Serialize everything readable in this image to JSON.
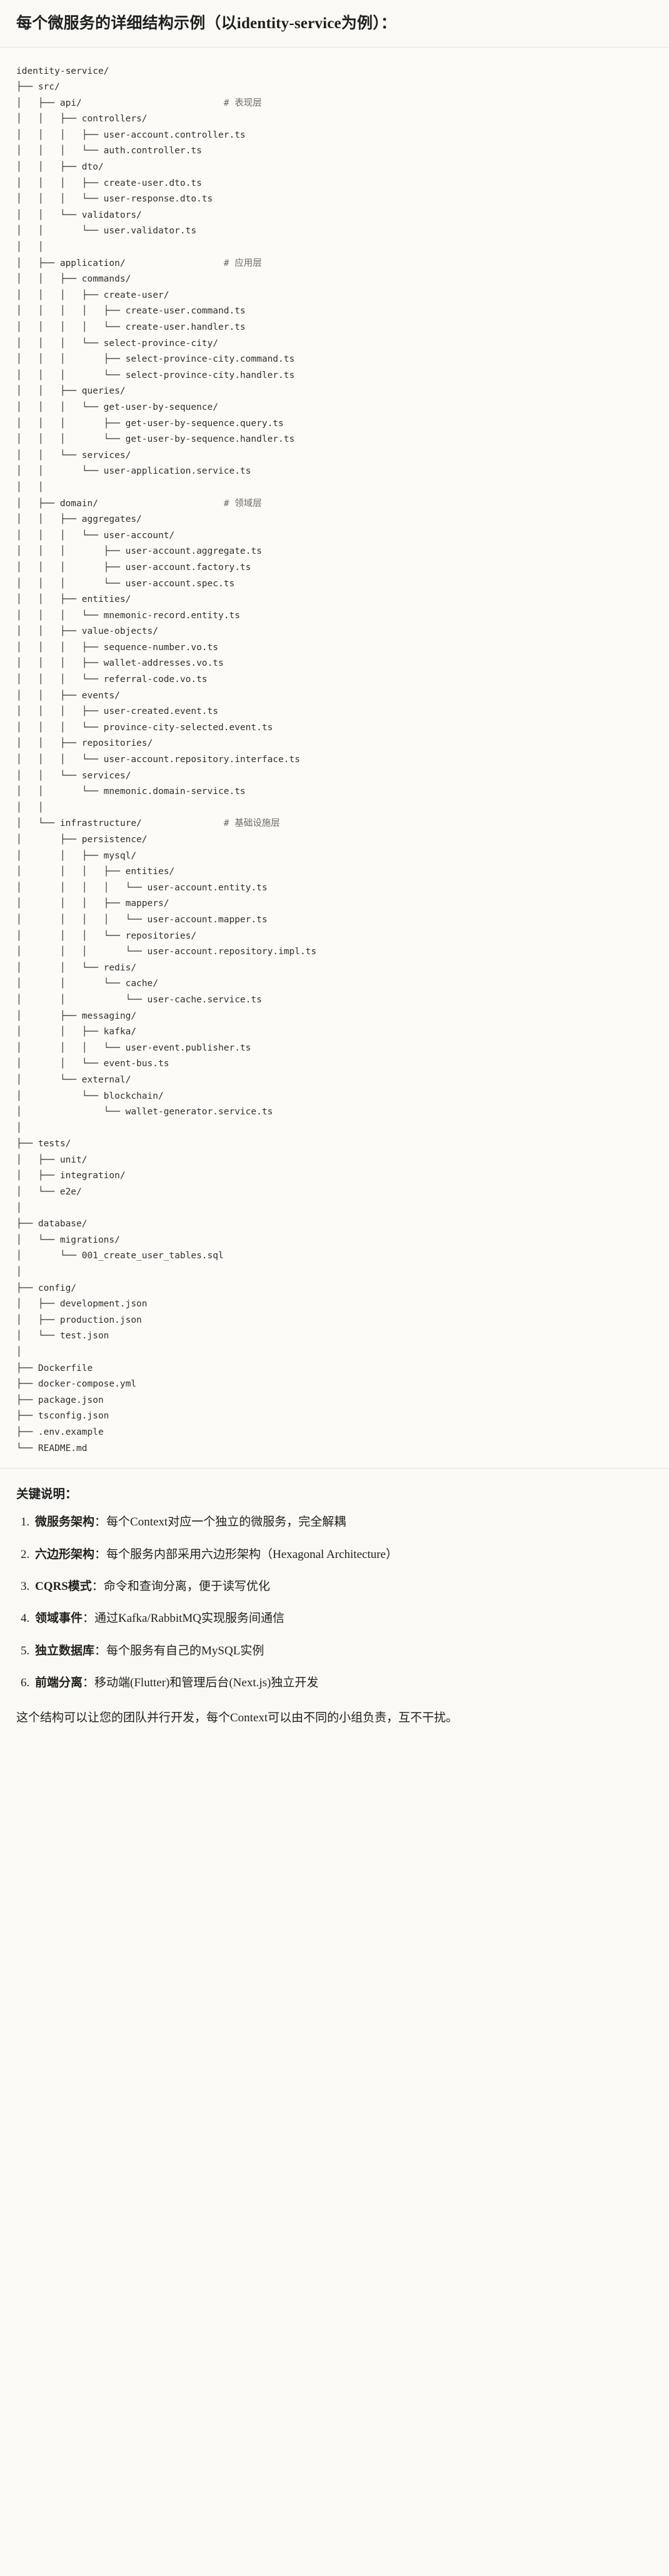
{
  "header": {
    "title": "每个微服务的详细结构示例（以identity-service为例）："
  },
  "tree": {
    "root": "identity-service/",
    "text": "identity-service/\n├── src/\n│   ├── api/                          # 表现层\n│   │   ├── controllers/\n│   │   │   ├── user-account.controller.ts\n│   │   │   └── auth.controller.ts\n│   │   ├── dto/\n│   │   │   ├── create-user.dto.ts\n│   │   │   └── user-response.dto.ts\n│   │   └── validators/\n│   │       └── user.validator.ts\n│   │\n│   ├── application/                  # 应用层\n│   │   ├── commands/\n│   │   │   ├── create-user/\n│   │   │   │   ├── create-user.command.ts\n│   │   │   │   └── create-user.handler.ts\n│   │   │   └── select-province-city/\n│   │   │       ├── select-province-city.command.ts\n│   │   │       └── select-province-city.handler.ts\n│   │   ├── queries/\n│   │   │   └── get-user-by-sequence/\n│   │   │       ├── get-user-by-sequence.query.ts\n│   │   │       └── get-user-by-sequence.handler.ts\n│   │   └── services/\n│   │       └── user-application.service.ts\n│   │\n│   ├── domain/                       # 领域层\n│   │   ├── aggregates/\n│   │   │   └── user-account/\n│   │   │       ├── user-account.aggregate.ts\n│   │   │       ├── user-account.factory.ts\n│   │   │       └── user-account.spec.ts\n│   │   ├── entities/\n│   │   │   └── mnemonic-record.entity.ts\n│   │   ├── value-objects/\n│   │   │   ├── sequence-number.vo.ts\n│   │   │   ├── wallet-addresses.vo.ts\n│   │   │   └── referral-code.vo.ts\n│   │   ├── events/\n│   │   │   ├── user-created.event.ts\n│   │   │   └── province-city-selected.event.ts\n│   │   ├── repositories/\n│   │   │   └── user-account.repository.interface.ts\n│   │   └── services/\n│   │       └── mnemonic.domain-service.ts\n│   │\n│   └── infrastructure/               # 基础设施层\n│       ├── persistence/\n│       │   ├── mysql/\n│       │   │   ├── entities/\n│       │   │   │   └── user-account.entity.ts\n│       │   │   ├── mappers/\n│       │   │   │   └── user-account.mapper.ts\n│       │   │   └── repositories/\n│       │   │       └── user-account.repository.impl.ts\n│       │   └── redis/\n│       │       └── cache/\n│       │           └── user-cache.service.ts\n│       ├── messaging/\n│       │   ├── kafka/\n│       │   │   └── user-event.publisher.ts\n│       │   └── event-bus.ts\n│       └── external/\n│           └── blockchain/\n│               └── wallet-generator.service.ts\n│\n├── tests/\n│   ├── unit/\n│   ├── integration/\n│   └── e2e/\n│\n├── database/\n│   └── migrations/\n│       └── 001_create_user_tables.sql\n│\n├── config/\n│   ├── development.json\n│   ├── production.json\n│   └── test.json\n│\n├── Dockerfile\n├── docker-compose.yml\n├── package.json\n├── tsconfig.json\n├── .env.example\n└── README.md",
    "layer_comments": [
      "# 表现层",
      "# 应用层",
      "# 领域层",
      "# 基础设施层"
    ]
  },
  "notes": {
    "title": "关键说明：",
    "items": [
      {
        "term": "微服务架构",
        "sep": "：",
        "text": "每个Context对应一个独立的微服务，完全解耦"
      },
      {
        "term": "六边形架构",
        "sep": "：",
        "text": "每个服务内部采用六边形架构（Hexagonal Architecture）"
      },
      {
        "term": "CQRS模式",
        "sep": "：",
        "text": "命令和查询分离，便于读写优化"
      },
      {
        "term": "领域事件",
        "sep": "：",
        "text": "通过Kafka/RabbitMQ实现服务间通信"
      },
      {
        "term": "独立数据库",
        "sep": "：",
        "text": "每个服务有自己的MySQL实例"
      },
      {
        "term": "前端分离",
        "sep": "：",
        "text": "移动端(Flutter)和管理后台(Next.js)独立开发"
      }
    ],
    "closing": "这个结构可以让您的团队并行开发，每个Context可以由不同的小组负责，互不干扰。"
  },
  "colors": {
    "page_bg": "#faf9f5",
    "code_bg": "#fcfbf8",
    "text": "#1f1f1d",
    "code_text": "#2f2f2d",
    "comment_text": "#6b6b66",
    "divider": "#e6e3da"
  }
}
